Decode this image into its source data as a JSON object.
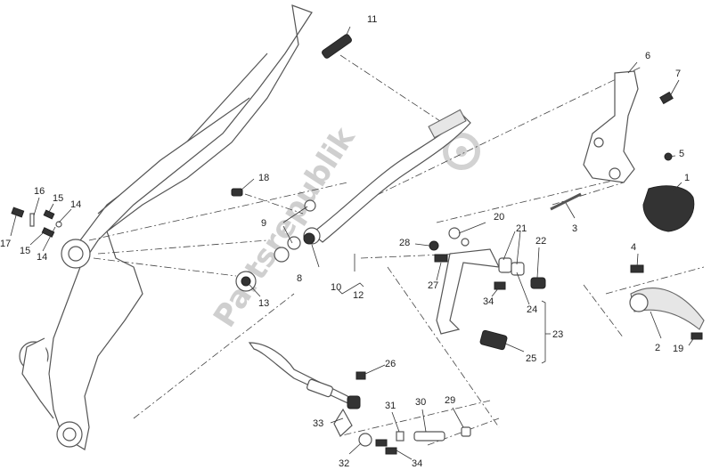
{
  "watermark": "Partsrepublik",
  "callouts": [
    {
      "id": "c1",
      "text": "1"
    },
    {
      "id": "c2",
      "text": "2"
    },
    {
      "id": "c3",
      "text": "3"
    },
    {
      "id": "c4",
      "text": "4"
    },
    {
      "id": "c5",
      "text": "5"
    },
    {
      "id": "c6",
      "text": "6"
    },
    {
      "id": "c7",
      "text": "7"
    },
    {
      "id": "c8",
      "text": "8"
    },
    {
      "id": "c9",
      "text": "9"
    },
    {
      "id": "c10",
      "text": "10"
    },
    {
      "id": "c11",
      "text": "11"
    },
    {
      "id": "c12",
      "text": "12"
    },
    {
      "id": "c13",
      "text": "13"
    },
    {
      "id": "c14a",
      "text": "14"
    },
    {
      "id": "c14b",
      "text": "14"
    },
    {
      "id": "c15a",
      "text": "15"
    },
    {
      "id": "c15b",
      "text": "15"
    },
    {
      "id": "c16",
      "text": "16"
    },
    {
      "id": "c17",
      "text": "17"
    },
    {
      "id": "c18",
      "text": "18"
    },
    {
      "id": "c19",
      "text": "19"
    },
    {
      "id": "c20",
      "text": "20"
    },
    {
      "id": "c21",
      "text": "21"
    },
    {
      "id": "c22",
      "text": "22"
    },
    {
      "id": "c23",
      "text": "23"
    },
    {
      "id": "c24",
      "text": "24"
    },
    {
      "id": "c25",
      "text": "25"
    },
    {
      "id": "c26",
      "text": "26"
    },
    {
      "id": "c27",
      "text": "27"
    },
    {
      "id": "c28",
      "text": "28"
    },
    {
      "id": "c29",
      "text": "29"
    },
    {
      "id": "c30",
      "text": "30"
    },
    {
      "id": "c31",
      "text": "31"
    },
    {
      "id": "c32",
      "text": "32"
    },
    {
      "id": "c33",
      "text": "33"
    },
    {
      "id": "c34a",
      "text": "34"
    },
    {
      "id": "c34b",
      "text": "34"
    }
  ]
}
